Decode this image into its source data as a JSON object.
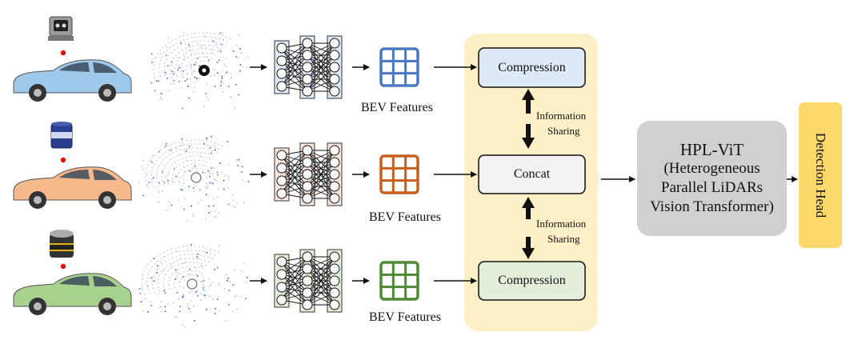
{
  "rows": [
    {
      "id": "top",
      "bev_label": "BEV Features",
      "car_color": "#9fc9ea",
      "grid_color": "#4a78c2",
      "net_fill": "#dfe9f5",
      "node_fill": "#ffffff"
    },
    {
      "id": "mid",
      "bev_label": "BEV Features",
      "car_color": "#f5b98b",
      "grid_color": "#c8601f",
      "net_fill": "#f8e6dc",
      "node_fill": "#ffffff"
    },
    {
      "id": "bottom",
      "bev_label": "BEV Features",
      "car_color": "#a9d18e",
      "grid_color": "#4f8a35",
      "net_fill": "#e4efdb",
      "node_fill": "#ffffff"
    }
  ],
  "fusion": {
    "panel_color": "#fdf0c6",
    "top_box": {
      "label": "Compression",
      "fill": "#dde9f5"
    },
    "mid_box": {
      "label": "Concat",
      "fill": "#f2f2f2"
    },
    "bottom_box": {
      "label": "Compression",
      "fill": "#e4efdb"
    },
    "sharing_label_line1": "Information",
    "sharing_label_line2": "Sharing"
  },
  "vit": {
    "line1": "HPL-ViT",
    "line2": "(Heterogeneous",
    "line3": "Parallel LiDARs",
    "line4": "Vision Transformer)",
    "fill": "#d0d0d0"
  },
  "head": {
    "label": "Detection Head",
    "fill": "#fcd96a"
  }
}
